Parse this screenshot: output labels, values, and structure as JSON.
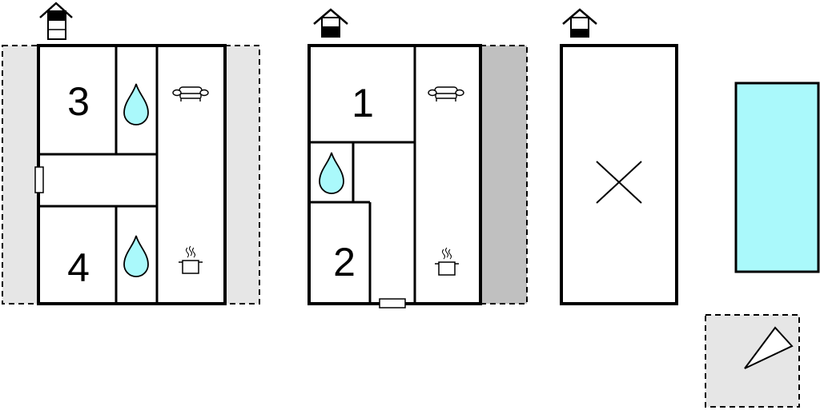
{
  "floorplan": {
    "floors": [
      {
        "level_icon": "house-icon-top-floor",
        "rooms": [
          {
            "label": "3",
            "kind": "bedroom"
          },
          {
            "label": "4",
            "kind": "bedroom"
          },
          {
            "kind": "bathroom",
            "icon": "water-drop-icon"
          },
          {
            "kind": "bathroom",
            "icon": "water-drop-icon"
          },
          {
            "kind": "living-kitchen",
            "icons": [
              "sofa-icon",
              "cooking-pot-icon"
            ]
          }
        ]
      },
      {
        "level_icon": "house-icon-ground-floor",
        "rooms": [
          {
            "label": "1",
            "kind": "bedroom"
          },
          {
            "label": "2",
            "kind": "bedroom"
          },
          {
            "kind": "bathroom",
            "icon": "water-drop-icon"
          },
          {
            "kind": "living-kitchen",
            "icons": [
              "sofa-icon",
              "cooking-pot-icon"
            ]
          }
        ]
      },
      {
        "level_icon": "house-icon-basement",
        "rooms": [
          {
            "kind": "empty",
            "icon": "cross-icon"
          }
        ]
      }
    ],
    "extras": [
      "pool",
      "terrace"
    ],
    "colors": {
      "wall": "#000000",
      "water": "#aaf9fb",
      "pool": "#aaf9fb",
      "terrace": "#e6e6e6",
      "terrace_dark": "#c0c0c0"
    }
  }
}
